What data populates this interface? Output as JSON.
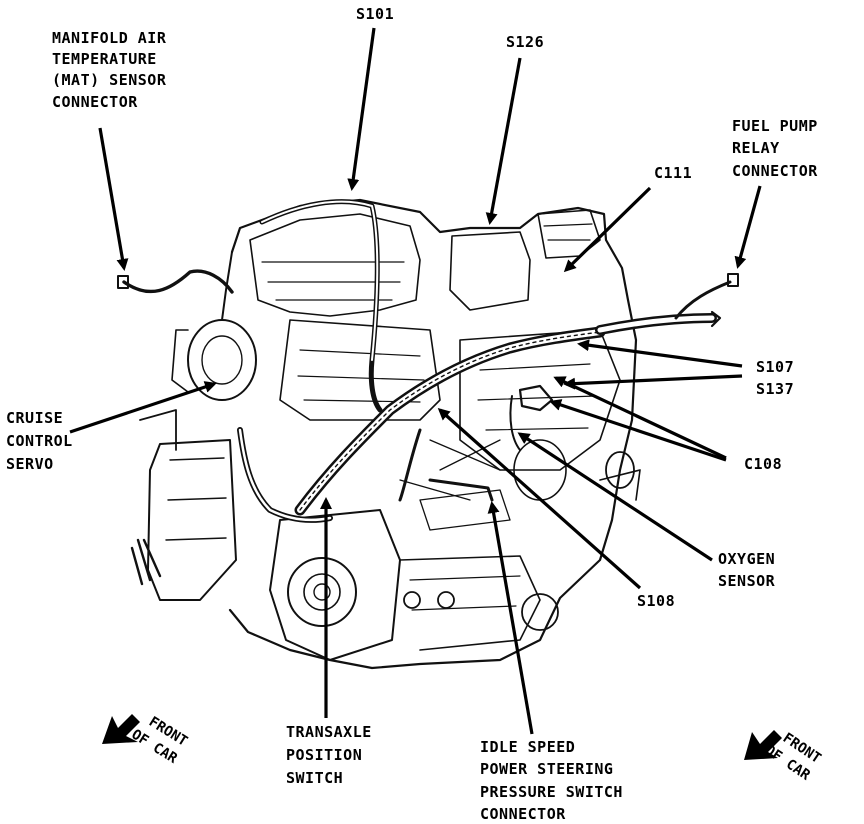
{
  "labels": {
    "mat_sensor": [
      "MANIFOLD AIR",
      "TEMPERATURE",
      "(MAT) SENSOR",
      "CONNECTOR"
    ],
    "s101": "S101",
    "s126": "S126",
    "fuel_pump_relay": [
      "FUEL PUMP",
      "RELAY",
      "CONNECTOR"
    ],
    "c111": "C111",
    "s107_s137": [
      "S107",
      "S137"
    ],
    "cruise_control_servo": [
      "CRUISE",
      "CONTROL",
      "SERVO"
    ],
    "c108": "C108",
    "oxygen_sensor": [
      "OXYGEN",
      "SENSOR"
    ],
    "s108": "S108",
    "transaxle_position_switch": [
      "TRANSAXLE",
      "POSITION",
      "SWITCH"
    ],
    "idle_speed_ps_switch": [
      "IDLE SPEED",
      "POWER STEERING",
      "PRESSURE SWITCH",
      "CONNECTOR"
    ],
    "front_of_car_left": [
      "FRONT",
      "OF CAR"
    ],
    "front_of_car_right": [
      "FRONT",
      "OF CAR"
    ]
  }
}
